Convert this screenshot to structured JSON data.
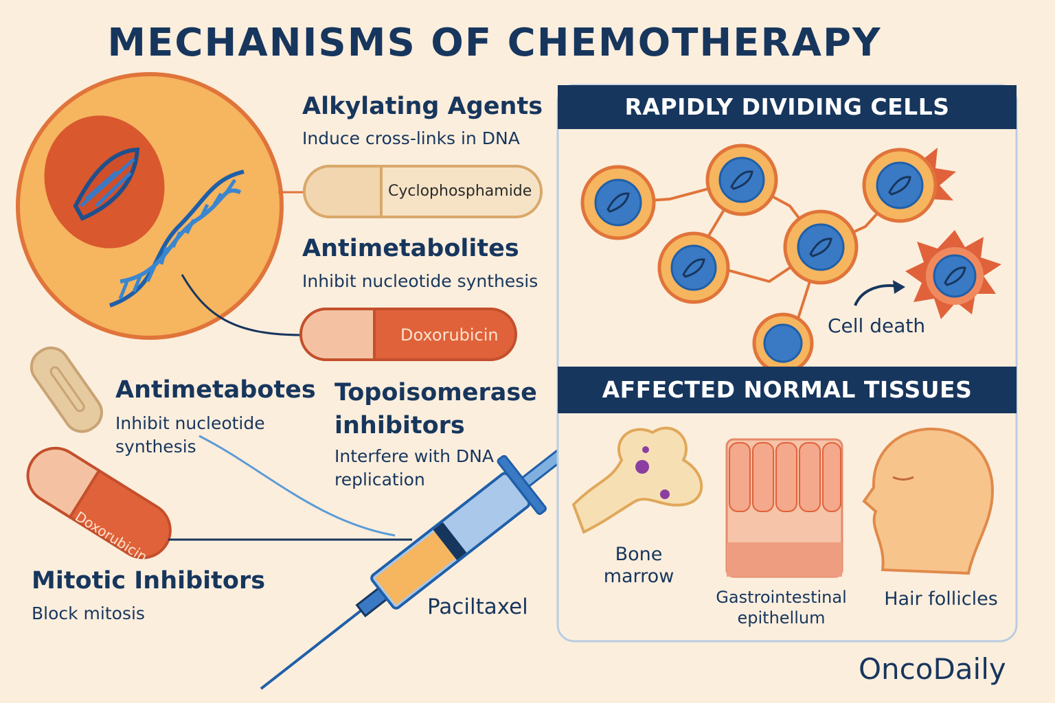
{
  "title": "MECHANISMS OF CHEMOTHERAPY",
  "classes": {
    "alkylating": {
      "heading": "Alkylating Agents",
      "description": "Induce cross-links in DNA"
    },
    "antimetabolites": {
      "heading": "Antimetabolites",
      "description": "Inhibit nucleotide synthesis"
    },
    "antimetabotes": {
      "heading": "Antimetabotes",
      "description": "Inhibit nucleotide synthesis"
    },
    "topoisomerase": {
      "heading": "Topoisomerase inhibitors",
      "description": "Interfere with DNA replication"
    },
    "mitotic": {
      "heading": "Mitotic Inhibitors",
      "description": "Block mitosis"
    }
  },
  "drugs": {
    "cyclophosphamide": "Cyclophosphamide",
    "doxorubicin": "Doxorubicin",
    "doxorubicin_tilted": "Doxorubicin",
    "paclitaxel": "Paciltaxel"
  },
  "panels": {
    "dividing": {
      "heading": "RAPIDLY DIVIDING CELLS",
      "cell_death_label": "Cell death"
    },
    "normal": {
      "heading": "AFFECTED NORMAL TISSUES",
      "tissues": [
        {
          "label": "Bone marrow",
          "icon": "bone-icon"
        },
        {
          "label": "Gastrointestinal epithellum",
          "icon": "epithelium-icon"
        },
        {
          "label": "Hair follicles",
          "icon": "head-icon"
        }
      ]
    }
  },
  "brand": "OncoDaily",
  "colors": {
    "navy": "#17365d",
    "cream": "#fbeedd",
    "orange": "#f5b35a",
    "red_orange": "#e0623a",
    "blue": "#3a79c4"
  }
}
